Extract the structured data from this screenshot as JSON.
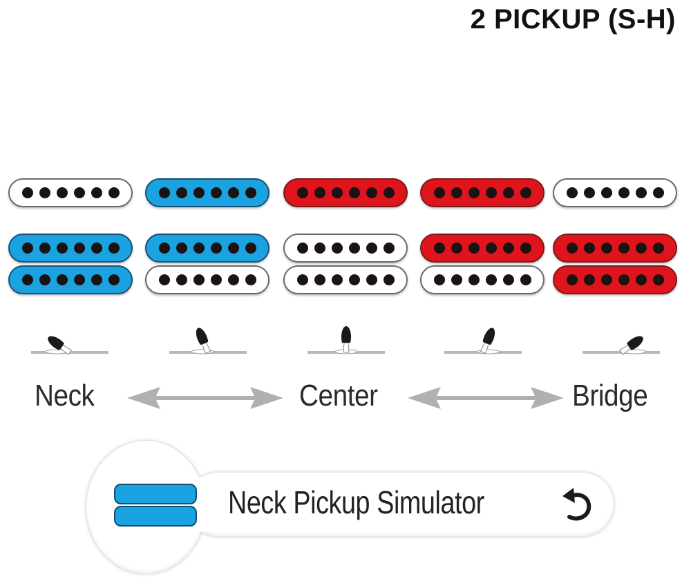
{
  "title": "2 PICKUP (S-H)",
  "colors": {
    "active_neck": "#1aa3e0",
    "active_bridge": "#e0141c",
    "inactive": "#ffffff",
    "pole": "#1b1212",
    "arrow": "#b0b0b0",
    "switch_base": "#b8b8b8",
    "switch_tip": "#1a1a1a"
  },
  "positions": [
    {
      "id": "pos1",
      "single_coil": "white",
      "humbucker_top": "blue",
      "humbucker_bottom": "blue",
      "switch_angle": "neck"
    },
    {
      "id": "pos2",
      "single_coil": "blue",
      "humbucker_top": "blue",
      "humbucker_bottom": "white",
      "switch_angle": "neck-center"
    },
    {
      "id": "pos3",
      "single_coil": "red",
      "humbucker_top": "white",
      "humbucker_bottom": "white",
      "switch_angle": "center"
    },
    {
      "id": "pos4",
      "single_coil": "red",
      "humbucker_top": "red",
      "humbucker_bottom": "white",
      "switch_angle": "center-bridge"
    },
    {
      "id": "pos5",
      "single_coil": "white",
      "humbucker_top": "red",
      "humbucker_bottom": "red",
      "switch_angle": "bridge"
    }
  ],
  "pole_count": 6,
  "labels": {
    "neck": "Neck",
    "center": "Center",
    "bridge": "Bridge"
  },
  "simulator": {
    "label": "Neck Pickup Simulator",
    "icon": "humbucker-blue-icon",
    "action_icon": "undo-arrow-icon"
  }
}
